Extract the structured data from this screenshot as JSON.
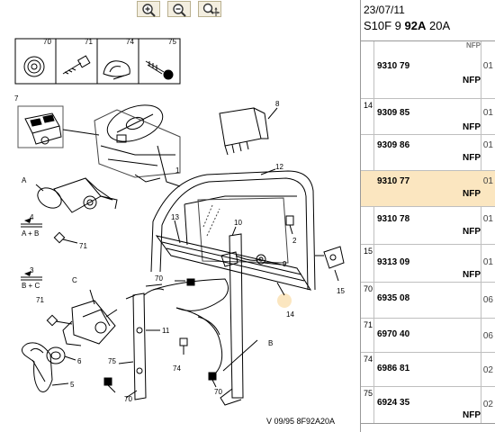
{
  "header": {
    "date": "23/07/11",
    "code_prefix": "S10F 9 ",
    "code_bold": "92A",
    "code_suffix": " 20A"
  },
  "toolbar": {
    "zoom_in": "zoom-in-icon",
    "zoom_out": "zoom-out-icon",
    "zoom_fit": "zoom-move-icon"
  },
  "diagram": {
    "footer": "V 09/95 8F92A20A",
    "labels": {
      "l70a": "70",
      "l71a": "71",
      "l74a": "74",
      "l75a": "75",
      "l7": "7",
      "l8": "8",
      "l1": "1",
      "l12": "12",
      "l13": "13",
      "l10": "10",
      "l2": "2",
      "l9": "9",
      "l15": "15",
      "l14": "14",
      "lA": "A",
      "l4": "4",
      "lAB": "A + B",
      "l71b": "71",
      "l3": "3",
      "lBC": "B + C",
      "lC": "C",
      "l71c": "71",
      "l70b": "70",
      "l11": "11",
      "l6": "6",
      "l75b": "75",
      "l5": "5",
      "l70c": "70",
      "l74b": "74",
      "l70d": "70",
      "lB": "B"
    }
  },
  "parts": [
    {
      "item": "",
      "ref": "9310 79",
      "nfp": "NFP",
      "qty": "01",
      "highlight": false,
      "top_nfp": "NFP"
    },
    {
      "item": "14",
      "ref": "9309 85",
      "nfp": "NFP",
      "qty": "01",
      "highlight": false
    },
    {
      "item": "",
      "ref": "9309 86",
      "nfp": "NFP",
      "qty": "01",
      "highlight": false
    },
    {
      "item": "",
      "ref": "9310 77",
      "nfp": "NFP",
      "qty": "01",
      "highlight": true
    },
    {
      "item": "",
      "ref": "9310 78",
      "nfp": "NFP",
      "qty": "01",
      "highlight": false
    },
    {
      "item": "15",
      "ref": "9313 09",
      "nfp": "NFP",
      "qty": "01",
      "highlight": false
    },
    {
      "item": "70",
      "ref": "6935 08",
      "nfp": "",
      "qty": "06",
      "highlight": false
    },
    {
      "item": "71",
      "ref": "6970 40",
      "nfp": "",
      "qty": "06",
      "highlight": false
    },
    {
      "item": "74",
      "ref": "6986 81",
      "nfp": "",
      "qty": "02",
      "highlight": false
    },
    {
      "item": "75",
      "ref": "6924 35",
      "nfp": "NFP",
      "qty": "02",
      "highlight": false
    }
  ]
}
